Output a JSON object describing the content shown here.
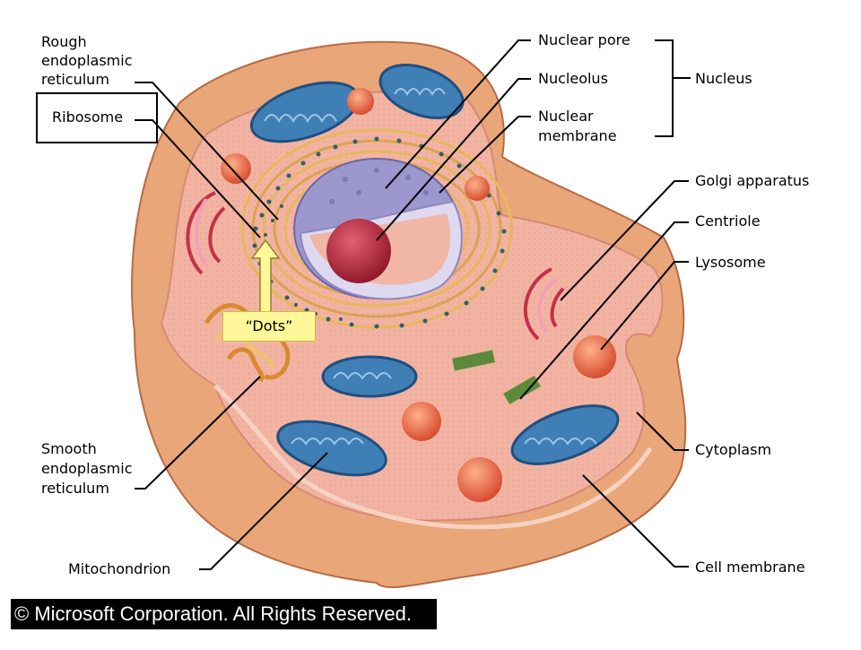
{
  "labels": {
    "rough_er": [
      "Rough",
      "endoplasmic",
      "reticulum"
    ],
    "ribosome": "Ribosome",
    "dots": "“Dots”",
    "nuclear_pore": "Nuclear pore",
    "nucleolus": "Nucleolus",
    "nuclear_membrane": [
      "Nuclear",
      "membrane"
    ],
    "nucleus": "Nucleus",
    "golgi": "Golgi apparatus",
    "centriole": "Centriole",
    "lysosome": "Lysosome",
    "smooth_er": [
      "Smooth",
      "endoplasmic",
      "reticulum"
    ],
    "cytoplasm": "Cytoplasm",
    "mitochondrion": "Mitochondrion",
    "cell_membrane": "Cell membrane"
  },
  "copyright": "© Microsoft Corporation. All Rights Reserved.",
  "colors": {
    "cell_outer": "#e9a679",
    "cytoplasm": "#f2b3a2",
    "mitochondria": "#3f7fb5",
    "nucleus": "#9c97cc",
    "nucleolus": "#b0283a",
    "lysosome": "#e05a3c",
    "golgi": "#c4304a",
    "er": "#e6b85c",
    "arrow": "#fff799"
  }
}
